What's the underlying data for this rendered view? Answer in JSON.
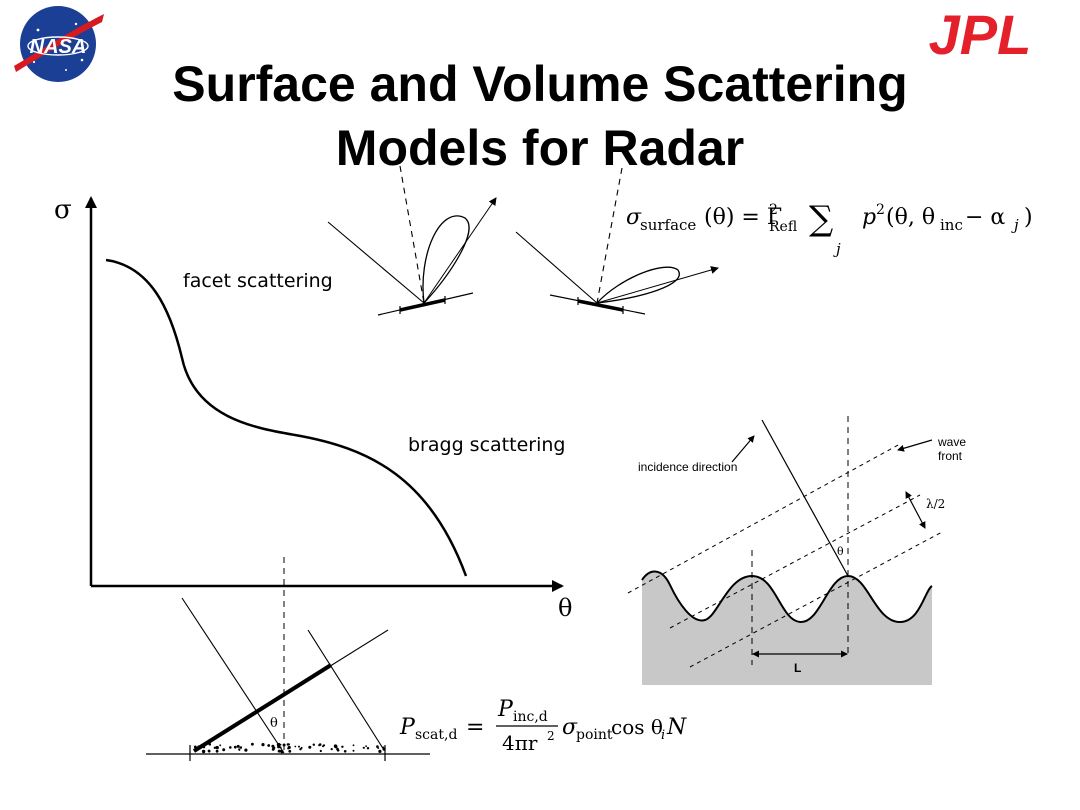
{
  "title": {
    "line1": "Surface and Volume Scattering",
    "line2": "Models for Radar"
  },
  "logos": {
    "nasa": {
      "text": "NASA",
      "colors": {
        "blue": "#1b3f94",
        "red": "#d71920"
      }
    },
    "jpl": {
      "text": "JPL",
      "color": "#e4202a"
    }
  },
  "main_plot": {
    "y_axis_label": "σ",
    "x_axis_label": "θ",
    "annotations": {
      "facet": "facet scattering",
      "bragg": "bragg scattering"
    }
  },
  "bragg_diagram": {
    "incidence_label": "incidence direction",
    "wave_label_1": "wave",
    "wave_label_2": "front",
    "half_wavelength_label": "λ/2",
    "angle_label": "θ",
    "period_label": "L",
    "fill_color": "#c8c8c8"
  },
  "volume_diagram": {
    "angle_label": "θ"
  },
  "equations": {
    "surface": {
      "sigma": "σ",
      "sigma_sub": "surface",
      "arg": "(θ) = Γ",
      "gamma_sup": "2",
      "gamma_sub": "Refl",
      "sum": "∑",
      "sum_sub": "j",
      "p_term": "p",
      "p_sup": "2",
      "p_arg": "(θ, θ",
      "inc_sub": "inc",
      "tail": " − α",
      "alpha_sub": "j",
      "close": ")"
    },
    "volume": {
      "lhs": "P",
      "lhs_sub": "scat,d",
      "eq": "=",
      "num": "P",
      "num_sub": "inc,d",
      "den": "4πr",
      "den_sup": "2",
      "sigma": "σ",
      "sigma_sub": "point",
      "cos": "cos θ",
      "cos_sub": "i",
      "n": "N"
    }
  }
}
